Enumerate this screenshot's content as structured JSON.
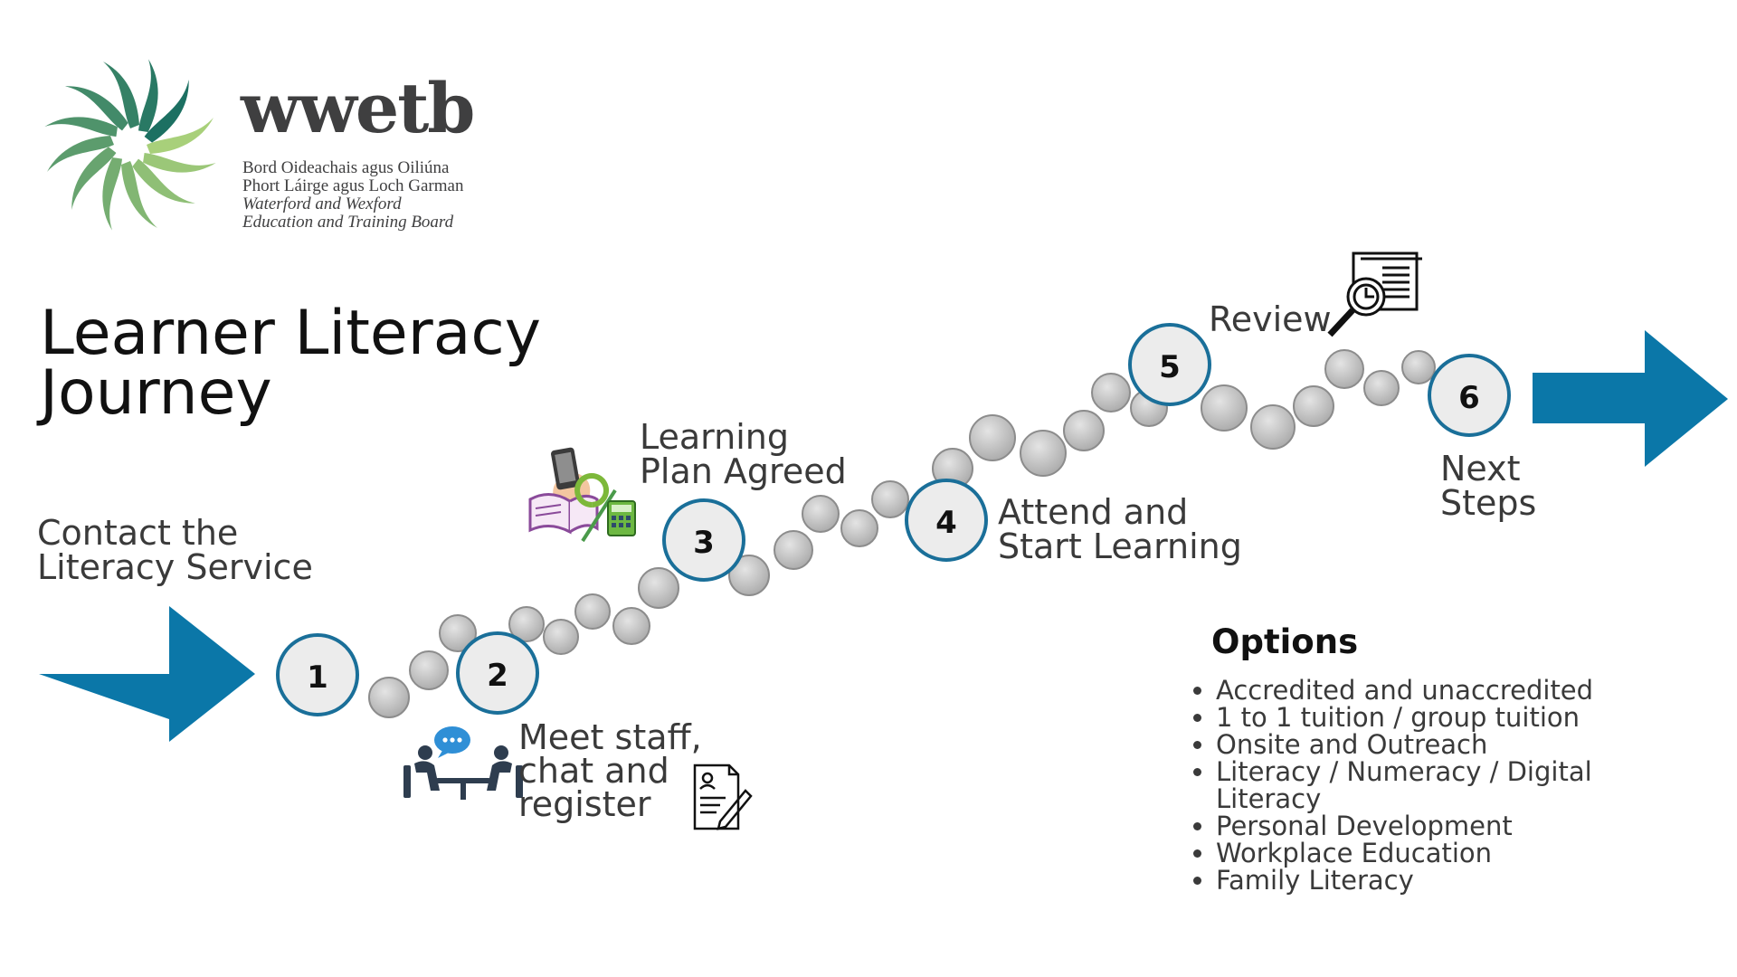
{
  "logo": {
    "wordmark": "wwetb",
    "line1": "Bord Oideachais agus Oiliúna",
    "line2": "Phort Láirge agus Loch Garman",
    "line3": "Waterford and Wexford",
    "line4": "Education and Training Board"
  },
  "title": {
    "line1": "Learner Literacy",
    "line2": "Journey"
  },
  "steps": [
    {
      "number": "1",
      "label_lines": [
        "Contact the",
        "Literacy Service"
      ]
    },
    {
      "number": "2",
      "label_lines": [
        "Meet staff,",
        "chat and",
        "register"
      ]
    },
    {
      "number": "3",
      "label_lines": [
        "Learning",
        "Plan Agreed"
      ]
    },
    {
      "number": "4",
      "label_lines": [
        "Attend and",
        "Start Learning"
      ]
    },
    {
      "number": "5",
      "label_lines": [
        "Review"
      ]
    },
    {
      "number": "6",
      "label_lines": [
        "Next",
        "Steps"
      ]
    }
  ],
  "options": {
    "heading": "Options",
    "items": [
      "Accredited and unaccredited",
      "1 to 1 tuition / group tuition",
      "Onsite and Outreach",
      "Literacy / Numeracy / Digital Literacy",
      "Personal Development",
      "Workplace Education",
      "Family Literacy"
    ]
  },
  "colors": {
    "arrow": "#0b77a8",
    "step_ring": "#1a6f99",
    "step_fill": "#ececec",
    "stone_fill": "#c7c7c7",
    "stone_edge": "#8c8c8c"
  },
  "icons": [
    "meeting-chat-icon",
    "document-sign-icon",
    "study-tools-icon",
    "report-magnifier-icon"
  ]
}
